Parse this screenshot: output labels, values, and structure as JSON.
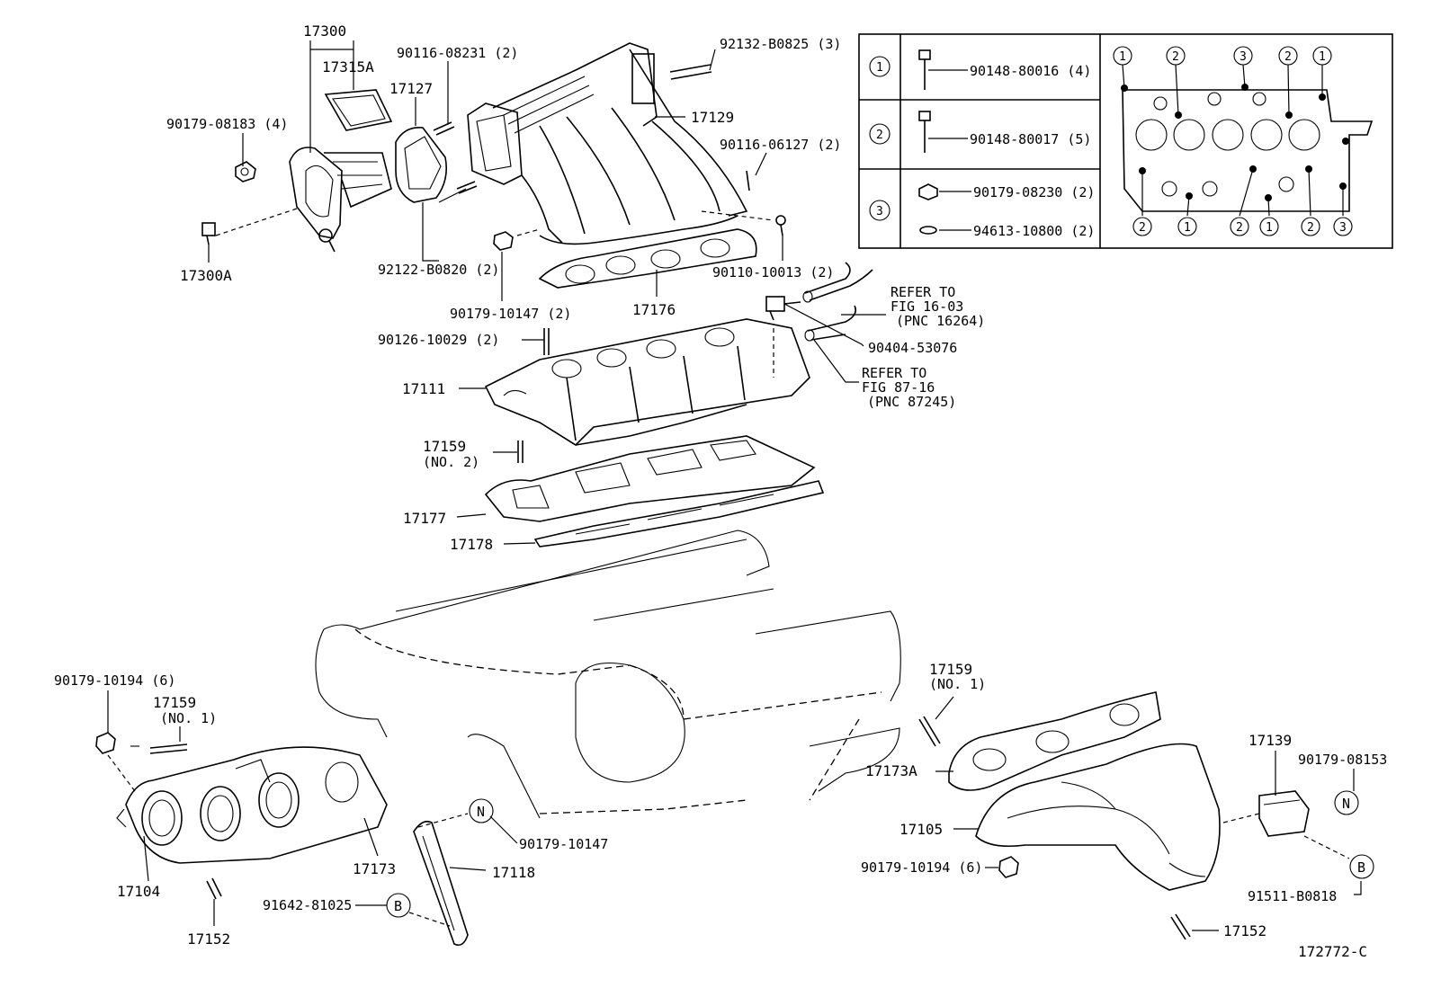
{
  "diagram_id": "172772-C",
  "callouts": {
    "c17300": "17300",
    "c17315A": "17315A",
    "c90179_08183": "90179-08183 (4)",
    "c17300A": "17300A",
    "c17127": "17127",
    "c90116_08231": "90116-08231 (2)",
    "c92122_B0820": "92122-B0820 (2)",
    "c92132_B0825": "92132-B0825 (3)",
    "c17129": "17129",
    "c90116_06127": "90116-06127 (2)",
    "c90110_10013": "90110-10013 (2)",
    "c90179_10147_2": "90179-10147 (2)",
    "c17176": "17176",
    "c90126_10029": "90126-10029 (2)",
    "c17111": "17111",
    "c90404_53076": "90404-53076",
    "c17159_no2_a": "17159",
    "c17159_no2_b": "(NO. 2)",
    "c17177": "17177",
    "c17178": "17178",
    "c90179_10194_l": "90179-10194 (6)",
    "c17159_no1l_a": "17159",
    "c17159_no1l_b": "(NO. 1)",
    "c17104": "17104",
    "c17173": "17173",
    "c17152_l": "17152",
    "c91642_81025": "91642-81025",
    "c17118": "17118",
    "c90179_10147_n": "90179-10147",
    "c17159_no1r_a": "17159",
    "c17159_no1r_b": "(NO. 1)",
    "c17173A": "17173A",
    "c17105": "17105",
    "c90179_10194_r": "90179-10194 (6)",
    "c17139": "17139",
    "c90179_08153": "90179-08153",
    "c91511_B0818": "91511-B0818",
    "c17152_r": "17152"
  },
  "refers": {
    "r1_line1": "REFER TO",
    "r1_line2": "FIG 16-03",
    "r1_line3": "(PNC 16264)",
    "r2_line1": "REFER TO",
    "r2_line2": "FIG 87-16",
    "r2_line3": "(PNC 87245)"
  },
  "markers": {
    "n": "N",
    "b": "B"
  },
  "inset": {
    "rows": [
      {
        "mark": "1",
        "items": [
          "90148-80016 (4)"
        ]
      },
      {
        "mark": "2",
        "items": [
          "90148-80017 (5)"
        ]
      },
      {
        "mark": "3",
        "items": [
          "90179-08230 (2)",
          "94613-10800 (2)"
        ]
      }
    ],
    "top_marks": [
      "1",
      "2",
      "3",
      "2",
      "1"
    ],
    "bottom_marks": [
      "2",
      "1",
      "2",
      "1",
      "2",
      "3"
    ]
  }
}
